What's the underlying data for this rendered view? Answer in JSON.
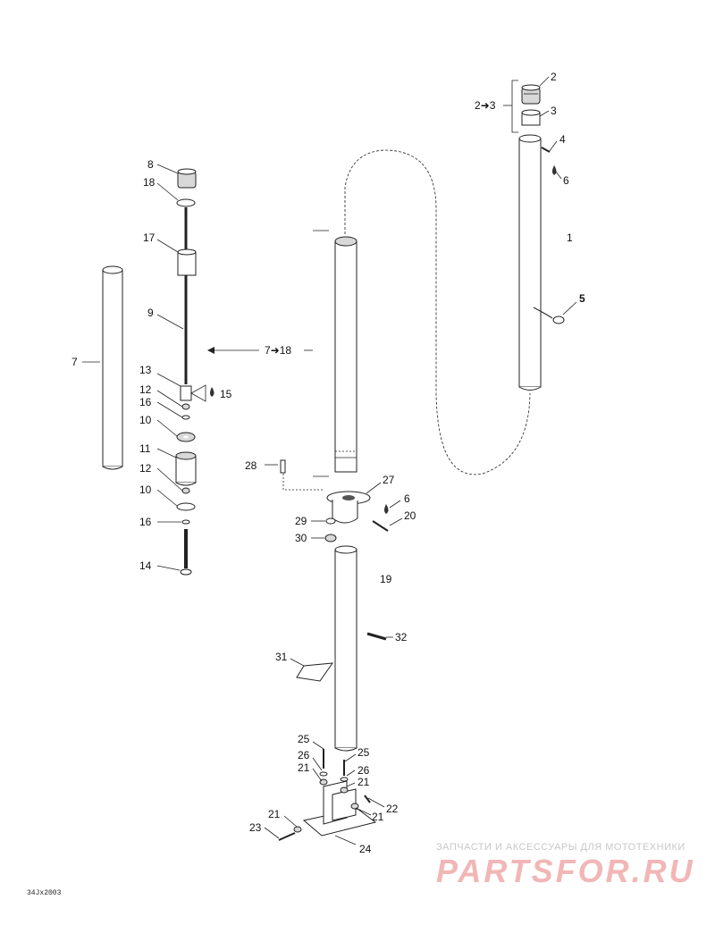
{
  "callouts": [
    {
      "id": "c2",
      "text": "2"
    },
    {
      "id": "c2to3",
      "text": "2➜3"
    },
    {
      "id": "c3",
      "text": "3"
    },
    {
      "id": "c4",
      "text": "4"
    },
    {
      "id": "c6a",
      "text": "6"
    },
    {
      "id": "c1",
      "text": "1"
    },
    {
      "id": "c5",
      "text": "5"
    },
    {
      "id": "c8",
      "text": "8"
    },
    {
      "id": "c18",
      "text": "18"
    },
    {
      "id": "c17",
      "text": "17"
    },
    {
      "id": "c9",
      "text": "9"
    },
    {
      "id": "c7",
      "text": "7"
    },
    {
      "id": "c7to18",
      "text": "7➜18"
    },
    {
      "id": "c13",
      "text": "13"
    },
    {
      "id": "c12a",
      "text": "12"
    },
    {
      "id": "c15",
      "text": "15"
    },
    {
      "id": "c16a",
      "text": "16"
    },
    {
      "id": "c10a",
      "text": "10"
    },
    {
      "id": "c11",
      "text": "11"
    },
    {
      "id": "c12b",
      "text": "12"
    },
    {
      "id": "c10b",
      "text": "10"
    },
    {
      "id": "c16b",
      "text": "16"
    },
    {
      "id": "c14",
      "text": "14"
    },
    {
      "id": "c28",
      "text": "28"
    },
    {
      "id": "c27",
      "text": "27"
    },
    {
      "id": "c6b",
      "text": "6"
    },
    {
      "id": "c20",
      "text": "20"
    },
    {
      "id": "c29",
      "text": "29"
    },
    {
      "id": "c30",
      "text": "30"
    },
    {
      "id": "c19",
      "text": "19"
    },
    {
      "id": "c32",
      "text": "32"
    },
    {
      "id": "c31",
      "text": "31"
    },
    {
      "id": "c25a",
      "text": "25"
    },
    {
      "id": "c26a",
      "text": "26"
    },
    {
      "id": "c21a",
      "text": "21"
    },
    {
      "id": "c25b",
      "text": "25"
    },
    {
      "id": "c26b",
      "text": "26"
    },
    {
      "id": "c21b",
      "text": "21"
    },
    {
      "id": "c22",
      "text": "22"
    },
    {
      "id": "c21c",
      "text": "21"
    },
    {
      "id": "c21d",
      "text": "21"
    },
    {
      "id": "c23",
      "text": "23"
    },
    {
      "id": "c24",
      "text": "24"
    }
  ],
  "drawing_id": "34Jx2003",
  "watermark": {
    "line1": "ЗАПЧАСТИ И АКСЕССУАРЫ ДЛЯ МОТОТЕХНИКИ",
    "brand": "PARTSFOR.RU",
    "color": "#e86a6a"
  }
}
